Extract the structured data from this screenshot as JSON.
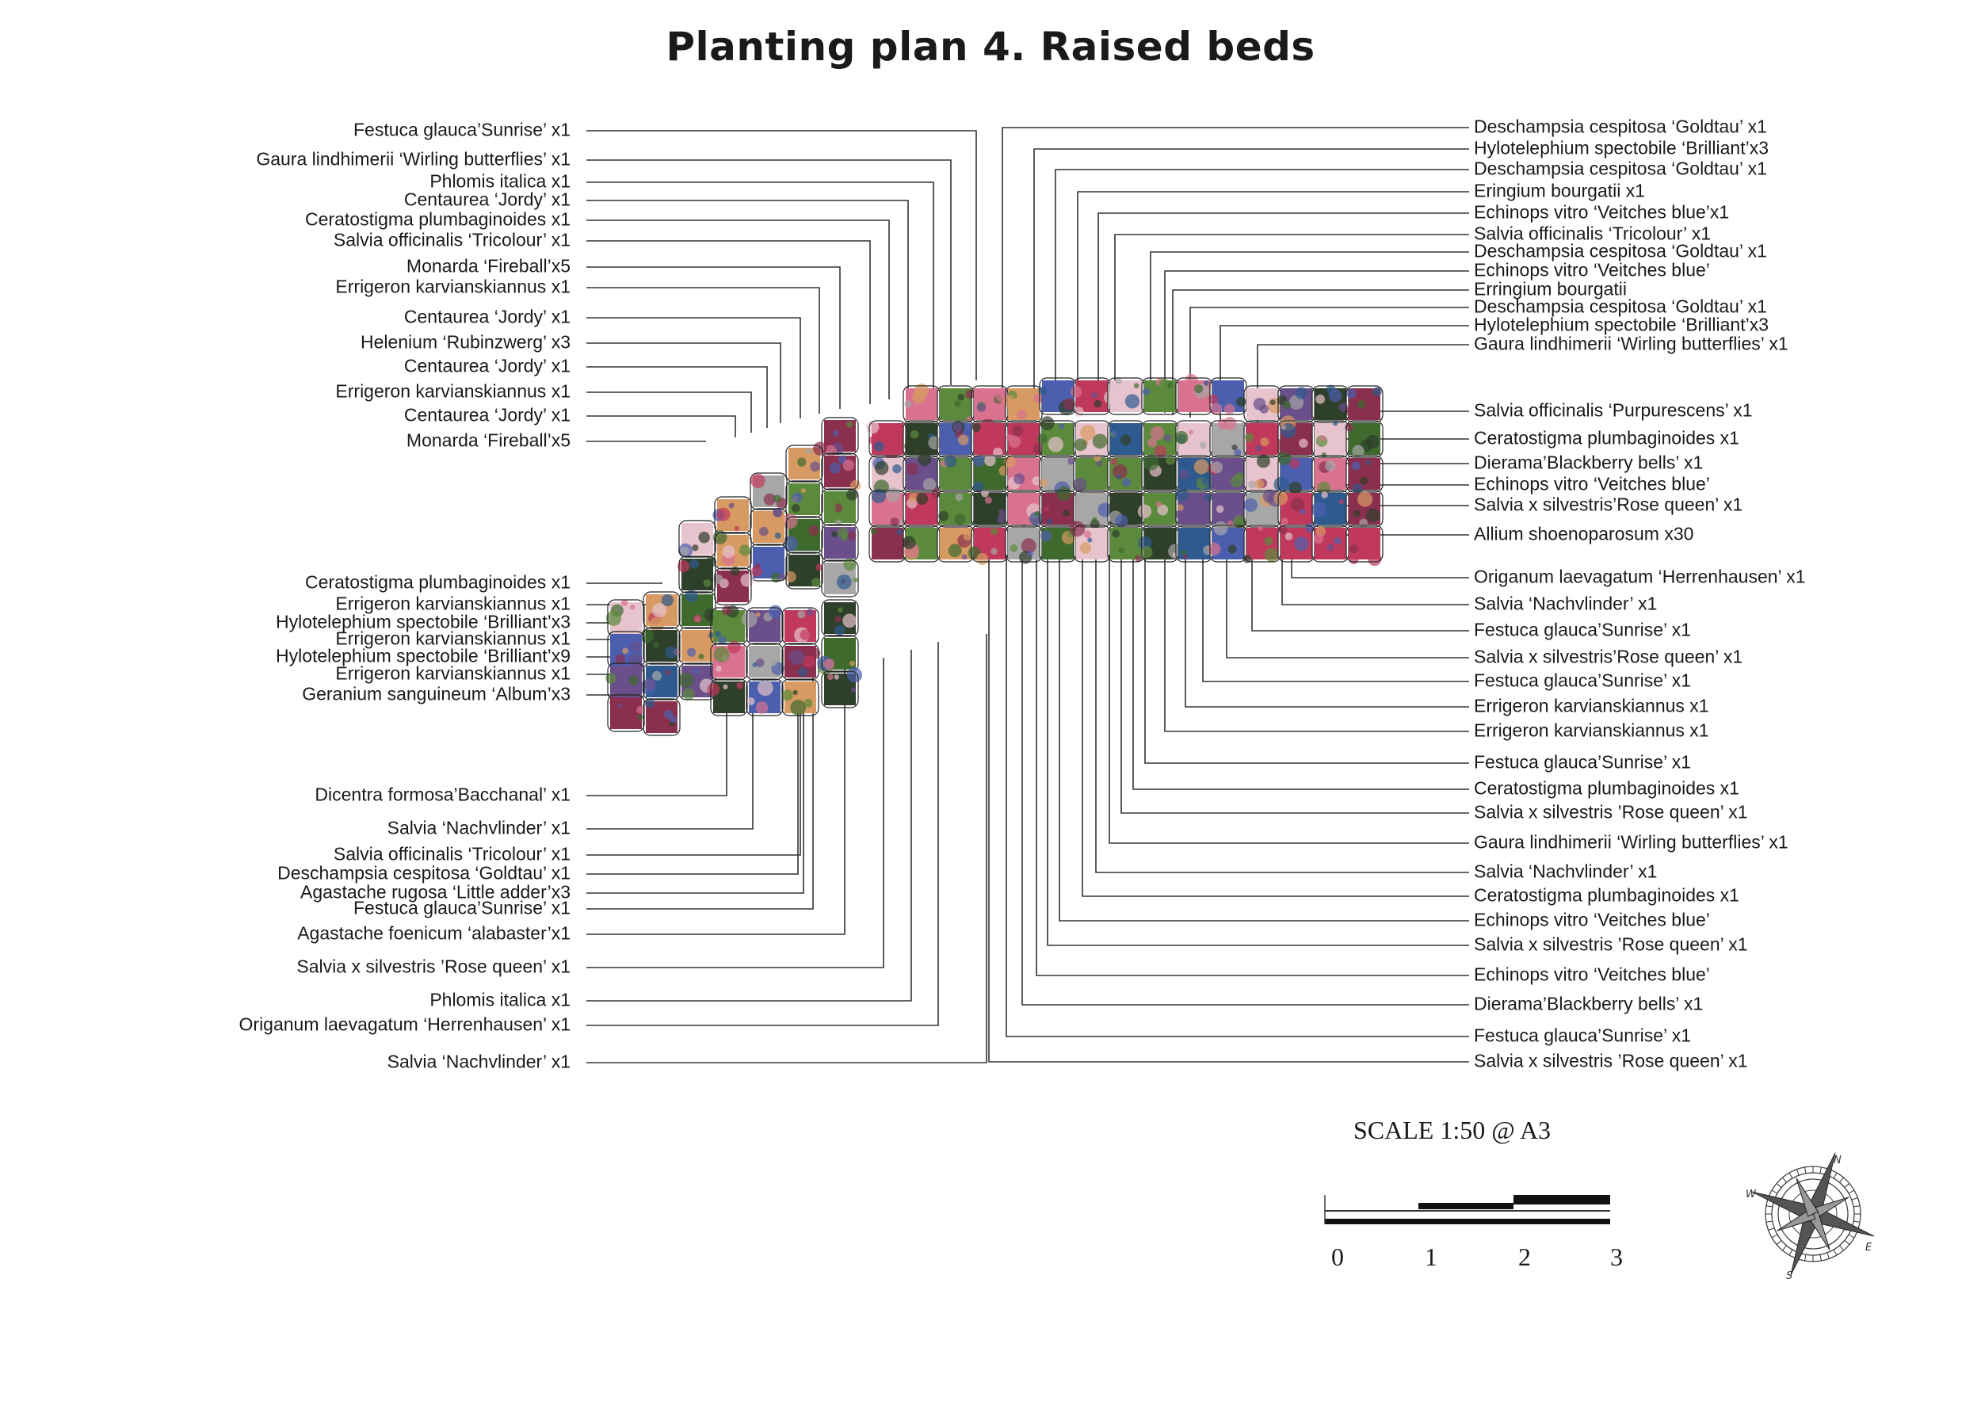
{
  "title": "Planting plan 4. Raised beds",
  "left_labels": [
    "Festuca glauca’Sunrise’ x1",
    "Gaura lindhimerii ‘Wirling butterflies’ x1",
    "Phlomis italica x1",
    "Centaurea ‘Jordy’ x1",
    "Ceratostigma plumbaginoides x1",
    "Salvia officinalis ‘Tricolour’ x1",
    "Monarda ‘Fireball’x5",
    "Errigeron karvianskiannus x1",
    "Centaurea ‘Jordy’ x1",
    "Helenium ‘Rubinzwerg’ x3",
    "Centaurea ‘Jordy’ x1",
    "Errigeron karvianskiannus x1",
    "Centaurea ‘Jordy’ x1",
    "Monarda ‘Fireball’x5",
    "Ceratostigma plumbaginoides x1",
    "Errigeron karvianskiannus x1",
    "Hylotelephium spectobile ‘Brilliant’x3",
    "Errigeron karvianskiannus x1",
    "Hylotelephium spectobile ‘Brilliant’x9",
    "Errigeron karvianskiannus x1",
    "Geranium sanguineum ‘Album’x3",
    "Dicentra formosa’Bacchanal’ x1",
    "Salvia ‘Nachvlinder’ x1",
    "Salvia officinalis ‘Tricolour’ x1",
    "Deschampsia cespitosa ‘Goldtau’ x1",
    "Agastache rugosa ‘Little adder’x3",
    "Festuca glauca’Sunrise’ x1",
    "Agastache foenicum ‘alabaster’x1",
    "Salvia x silvestris ’Rose queen’ x1",
    "Phlomis italica x1",
    "Origanum laevagatum ‘Herrenhausen’ x1",
    "Salvia ‘Nachvlinder’ x1"
  ],
  "right_labels": [
    "Deschampsia cespitosa ‘Goldtau’ x1",
    "Hylotelephium spectobile ‘Brilliant’x3",
    "Deschampsia cespitosa ‘Goldtau’ x1",
    "Eringium bourgatii x1",
    "Echinops vitro ‘Veitches blue’x1",
    "Salvia officinalis ‘Tricolour’ x1",
    "Deschampsia cespitosa ‘Goldtau’ x1",
    "Echinops vitro ‘Veitches blue’",
    "Erringium bourgatii",
    "Deschampsia cespitosa ‘Goldtau’ x1",
    "Hylotelephium spectobile ‘Brilliant’x3",
    "Gaura lindhimerii ‘Wirling butterflies’ x1",
    "Salvia officinalis ‘Purpurescens’ x1",
    "Ceratostigma plumbaginoides x1",
    "Dierama’Blackberry bells’ x1",
    "Echinops vitro ‘Veitches blue’",
    "Salvia x silvestris’Rose queen’ x1",
    "Allium shoenoparosum x30",
    "Origanum laevagatum ‘Herrenhausen’ x1",
    "Salvia ‘Nachvlinder’ x1",
    "Festuca glauca’Sunrise’ x1",
    "Salvia x silvestris’Rose queen’ x1",
    "Festuca glauca’Sunrise’ x1",
    "Errigeron karvianskiannus x1",
    "Errigeron karvianskiannus x1",
    "Festuca glauca’Sunrise’ x1",
    "Ceratostigma plumbaginoides x1",
    "Salvia x silvestris ’Rose queen’ x1",
    "Gaura lindhimerii ‘Wirling butterflies’ x1",
    "Salvia ‘Nachvlinder’ x1",
    "Ceratostigma plumbaginoides x1",
    "Echinops vitro ‘Veitches blue’",
    "Salvia x silvestris ’Rose queen’ x1",
    "Echinops vitro ‘Veitches blue’",
    "Dierama’Blackberry bells’ x1",
    "Festuca glauca’Sunrise’ x1",
    "Salvia x silvestris ’Rose queen’ x1"
  ],
  "scale": {
    "title": "SCALE 1:50 @ A3",
    "ticks": [
      "0",
      "1",
      "2",
      "3"
    ]
  },
  "compass": {
    "n": "N",
    "e": "E",
    "s": "S",
    "w": "W"
  },
  "plant_colors": [
    "#3e6a2e",
    "#5b8a3c",
    "#2f5a8f",
    "#4b5fae",
    "#c0395d",
    "#d9728f",
    "#8b2f4f",
    "#d89a63",
    "#a7a7a7",
    "#6a4f8a",
    "#e7c3cd",
    "#2e3f2a"
  ]
}
